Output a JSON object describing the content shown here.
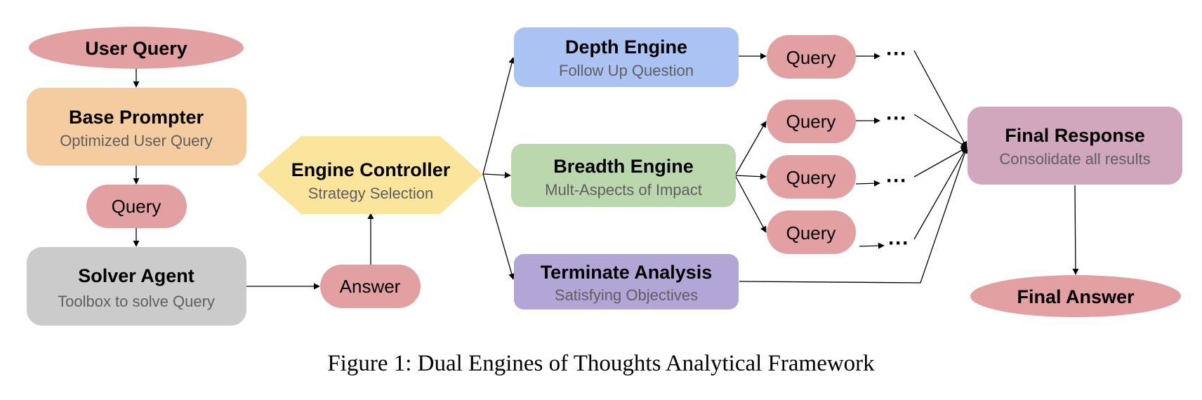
{
  "colors": {
    "pink": "#e3a0a2",
    "orange": "#f4ccA0",
    "gray": "#cbcbcb",
    "yellow": "#fbe49c",
    "blue": "#aac3f2",
    "green": "#bbd7ae",
    "purple": "#b2a6d7",
    "mauve": "#d0a7bd"
  },
  "nodes": {
    "user_query": {
      "title": "User Query"
    },
    "base_prompter": {
      "title": "Base Prompter",
      "subtitle": "Optimized User Query"
    },
    "query_left": {
      "label": "Query"
    },
    "solver_agent": {
      "title": "Solver Agent",
      "subtitle": "Toolbox to solve Query"
    },
    "answer": {
      "label": "Answer"
    },
    "engine_controller": {
      "title": "Engine Controller",
      "subtitle": "Strategy Selection"
    },
    "depth_engine": {
      "title": "Depth Engine",
      "subtitle": "Follow Up Question"
    },
    "breadth_engine": {
      "title": "Breadth Engine",
      "subtitle": "Mult-Aspects of Impact"
    },
    "terminate_analysis": {
      "title": "Terminate Analysis",
      "subtitle": "Satisfying Objectives"
    },
    "query_depth": {
      "label": "Query"
    },
    "query_breadth_1": {
      "label": "Query"
    },
    "query_breadth_2": {
      "label": "Query"
    },
    "query_breadth_3": {
      "label": "Query"
    },
    "final_response": {
      "title": "Final Response",
      "subtitle": "Consolidate all results"
    },
    "final_answer": {
      "title": "Final Answer"
    }
  },
  "ellipsis": "···",
  "caption": "Figure 1: Dual Engines of Thoughts Analytical Framework"
}
